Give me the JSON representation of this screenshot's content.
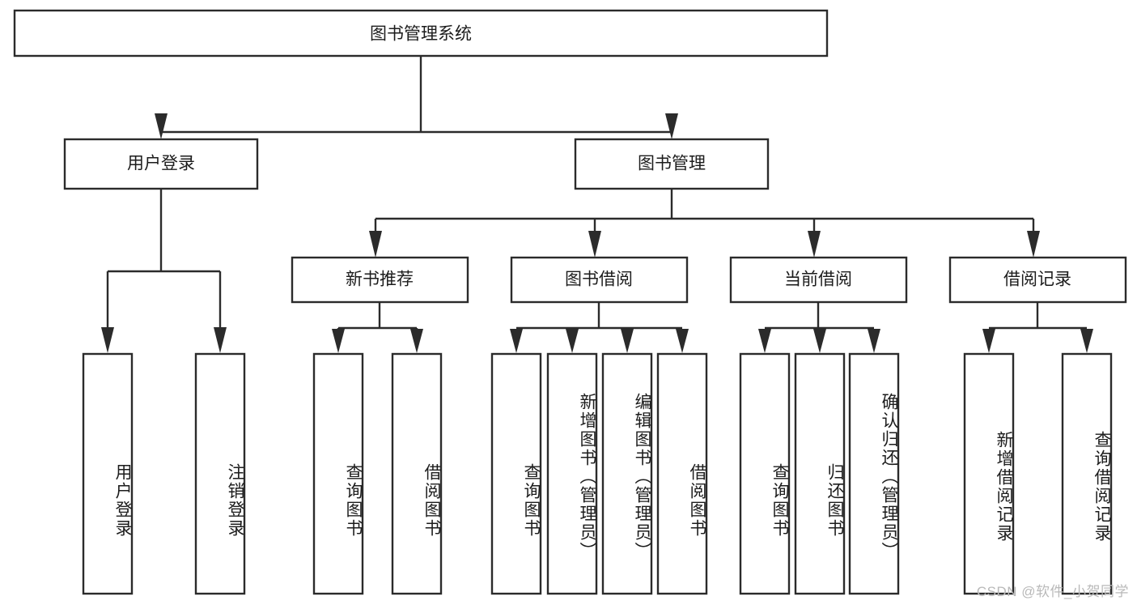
{
  "diagram": {
    "type": "hierarchy-tree",
    "title": "图书管理系统",
    "orientation": "top-down",
    "watermark": "CSDN @软件_小贺同学",
    "colors": {
      "box_stroke": "#2b2b2b",
      "box_fill": "#ffffff",
      "text": "#1c1c1c",
      "background": "#ffffff",
      "watermark": "#b9b9b9"
    },
    "root": {
      "label": "图书管理系统",
      "id": "root"
    },
    "level2": [
      {
        "id": "user-login",
        "label": "用户登录"
      },
      {
        "id": "book-manage",
        "label": "图书管理"
      }
    ],
    "level3": [
      {
        "id": "new-book-recommend",
        "label": "新书推荐",
        "parent": "book-manage"
      },
      {
        "id": "book-borrow",
        "label": "图书借阅",
        "parent": "book-manage"
      },
      {
        "id": "current-borrow",
        "label": "当前借阅",
        "parent": "book-manage"
      },
      {
        "id": "borrow-record",
        "label": "借阅记录",
        "parent": "book-manage"
      }
    ],
    "leaves": {
      "user-login": [
        {
          "id": "leaf-user-login",
          "label": "用户登录"
        },
        {
          "id": "leaf-logout",
          "label": "注销登录"
        }
      ],
      "new-book-recommend": [
        {
          "id": "leaf-query-book-1",
          "label": "查询图书"
        },
        {
          "id": "leaf-borrow-book-1",
          "label": "借阅图书"
        }
      ],
      "book-borrow": [
        {
          "id": "leaf-query-book-2",
          "label": "查询图书"
        },
        {
          "id": "leaf-add-book",
          "label": "新增图书（管理员）"
        },
        {
          "id": "leaf-edit-book",
          "label": "编辑图书（管理员）"
        },
        {
          "id": "leaf-borrow-book-2",
          "label": "借阅图书"
        }
      ],
      "current-borrow": [
        {
          "id": "leaf-query-book-3",
          "label": "查询图书"
        },
        {
          "id": "leaf-return-book",
          "label": "归还图书"
        },
        {
          "id": "leaf-confirm-return",
          "label": "确认归还（管理员）"
        }
      ],
      "borrow-record": [
        {
          "id": "leaf-add-record",
          "label": "新增借阅记录"
        },
        {
          "id": "leaf-query-record",
          "label": "查询借阅记录"
        }
      ]
    }
  }
}
